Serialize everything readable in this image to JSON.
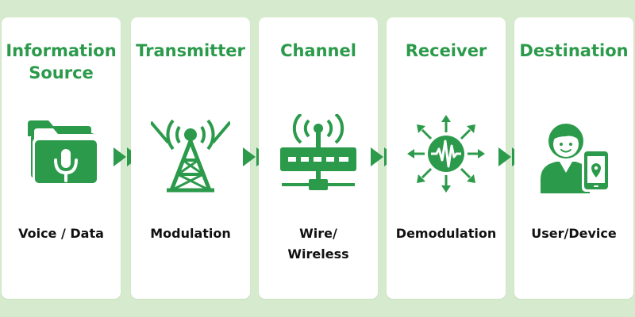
{
  "colors": {
    "accent": "#2c9a4b",
    "background": "#d6ebcd",
    "card": "#ffffff"
  },
  "stages": [
    {
      "title": "Information\nSource",
      "description": "Voice / Data",
      "icon": "folder-microphone-icon"
    },
    {
      "title": "Transmitter",
      "description": "Modulation",
      "icon": "radio-tower-icon"
    },
    {
      "title": "Channel",
      "description": "Wire/\nWireless",
      "icon": "router-icon"
    },
    {
      "title": "Receiver",
      "description": "Demodulation",
      "icon": "signal-wave-icon"
    },
    {
      "title": "Destination",
      "description": "User/Device",
      "icon": "user-phone-icon"
    }
  ]
}
